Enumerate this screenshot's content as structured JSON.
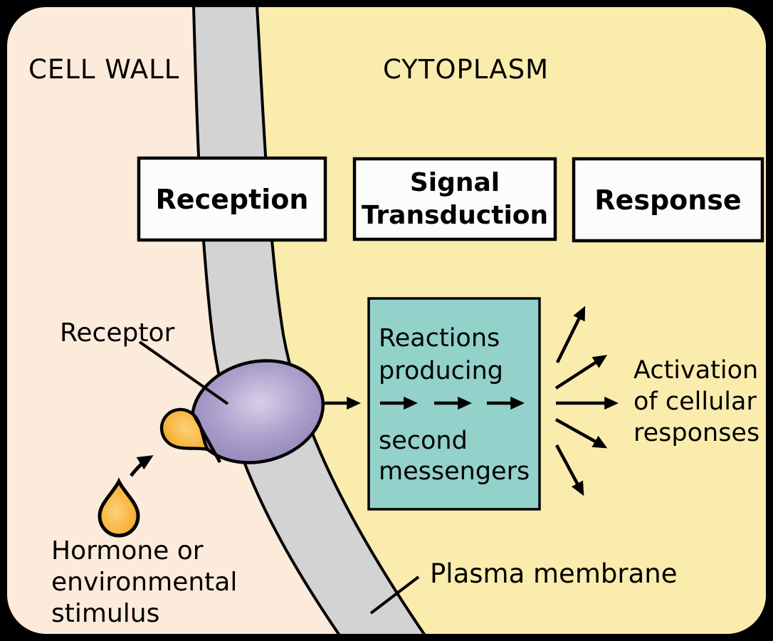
{
  "diagram": {
    "title_context": "Signal transduction pathway diagram",
    "regions": {
      "cell_wall_label": "CELL WALL",
      "cytoplasm_label": "CYTOPLASM"
    },
    "stages": [
      {
        "id": "reception",
        "label": "Reception"
      },
      {
        "id": "signal-transduction",
        "label": "Signal\nTransduction"
      },
      {
        "id": "response",
        "label": "Response"
      }
    ],
    "process_box": {
      "line1": "Reactions\nproducing",
      "line2": "second\nmessengers"
    },
    "annotations": {
      "receptor_label": "Receptor",
      "hormone_label": "Hormone or\nenvironmental\nstimulus",
      "plasma_membrane_label": "Plasma membrane",
      "activation_label": "Activation\nof cellular\nresponses"
    },
    "colors": {
      "background_frame": "#000000",
      "cell_wall": "#fceadb",
      "cytoplasm": "#faecad",
      "membrane_gray": "#d3d3d3",
      "process_box_teal": "#93d1cb",
      "receptor_purple_edge": "#8679ae",
      "receptor_purple_highlight": "#d4cce6",
      "hormone_orange_edge": "#f0a01e",
      "hormone_orange_highlight": "#fdd07b",
      "stage_box_fill": "#fcfcfa",
      "outline_black": "#000000"
    }
  }
}
